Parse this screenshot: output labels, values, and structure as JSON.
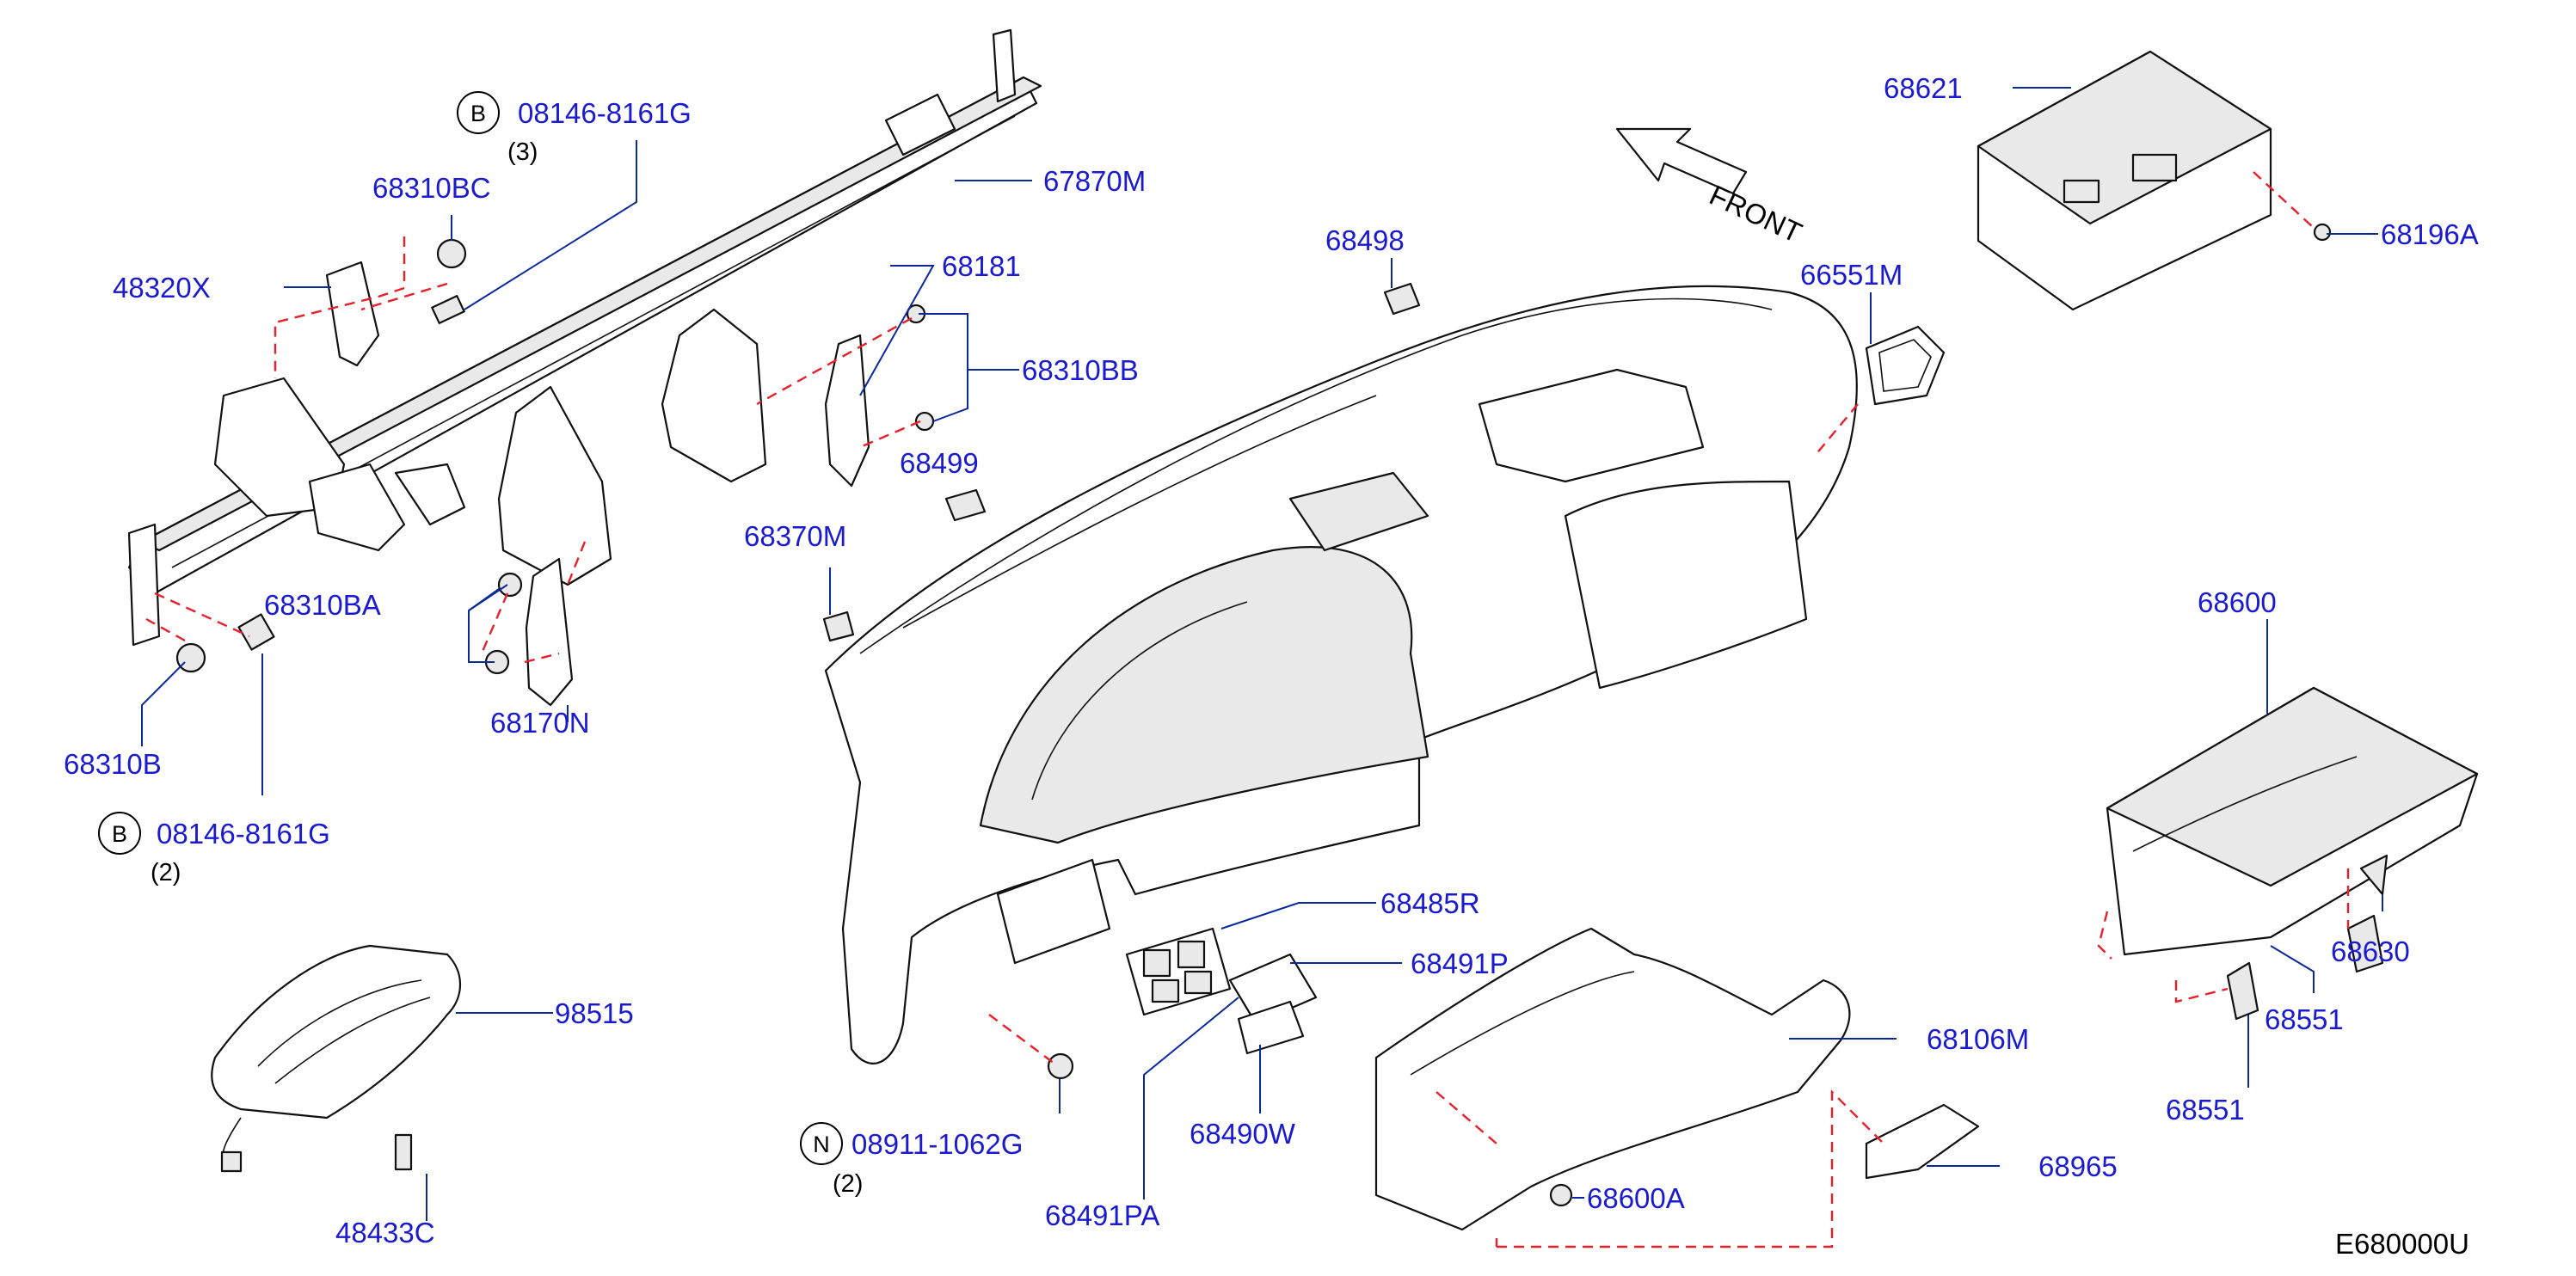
{
  "colors": {
    "label": "#1a1ad0",
    "leader": "#0a2a9a",
    "hidden_line": "#e8202a",
    "drawing": "#111111",
    "background": "#ffffff"
  },
  "direction": {
    "text": "FRONT",
    "icon": "arrow-front-icon"
  },
  "diagram_code": "E680000U",
  "callouts": [
    {
      "id": "c1",
      "part": "08146-8161G",
      "prefix": "B",
      "qty": "(3)"
    },
    {
      "id": "c2",
      "part": "68310BC"
    },
    {
      "id": "c3",
      "part": "48320X"
    },
    {
      "id": "c4",
      "part": "67870M"
    },
    {
      "id": "c5",
      "part": "68181"
    },
    {
      "id": "c6",
      "part": "68310BB"
    },
    {
      "id": "c7",
      "part": "68499"
    },
    {
      "id": "c8",
      "part": "68370M"
    },
    {
      "id": "c9",
      "part": "68310BA"
    },
    {
      "id": "c10",
      "part": "68170N"
    },
    {
      "id": "c11",
      "part": "68310B"
    },
    {
      "id": "c12",
      "part": "08146-8161G",
      "prefix": "B",
      "qty": "(2)"
    },
    {
      "id": "c13",
      "part": "98515"
    },
    {
      "id": "c14",
      "part": "48433C"
    },
    {
      "id": "c15",
      "part": "68498"
    },
    {
      "id": "c16",
      "part": "66551M"
    },
    {
      "id": "c17",
      "part": "68621"
    },
    {
      "id": "c18",
      "part": "68196A"
    },
    {
      "id": "c19",
      "part": "68600"
    },
    {
      "id": "c20",
      "part": "68630"
    },
    {
      "id": "c21",
      "part": "68551"
    },
    {
      "id": "c22",
      "part": "68551"
    },
    {
      "id": "c23",
      "part": "68485R"
    },
    {
      "id": "c24",
      "part": "68491P"
    },
    {
      "id": "c25",
      "part": "68106M"
    },
    {
      "id": "c26",
      "part": "68490W"
    },
    {
      "id": "c27",
      "part": "68491PA"
    },
    {
      "id": "c28",
      "part": "08911-1062G",
      "prefix": "N",
      "qty": "(2)"
    },
    {
      "id": "c29",
      "part": "68600A"
    },
    {
      "id": "c30",
      "part": "68965"
    }
  ]
}
